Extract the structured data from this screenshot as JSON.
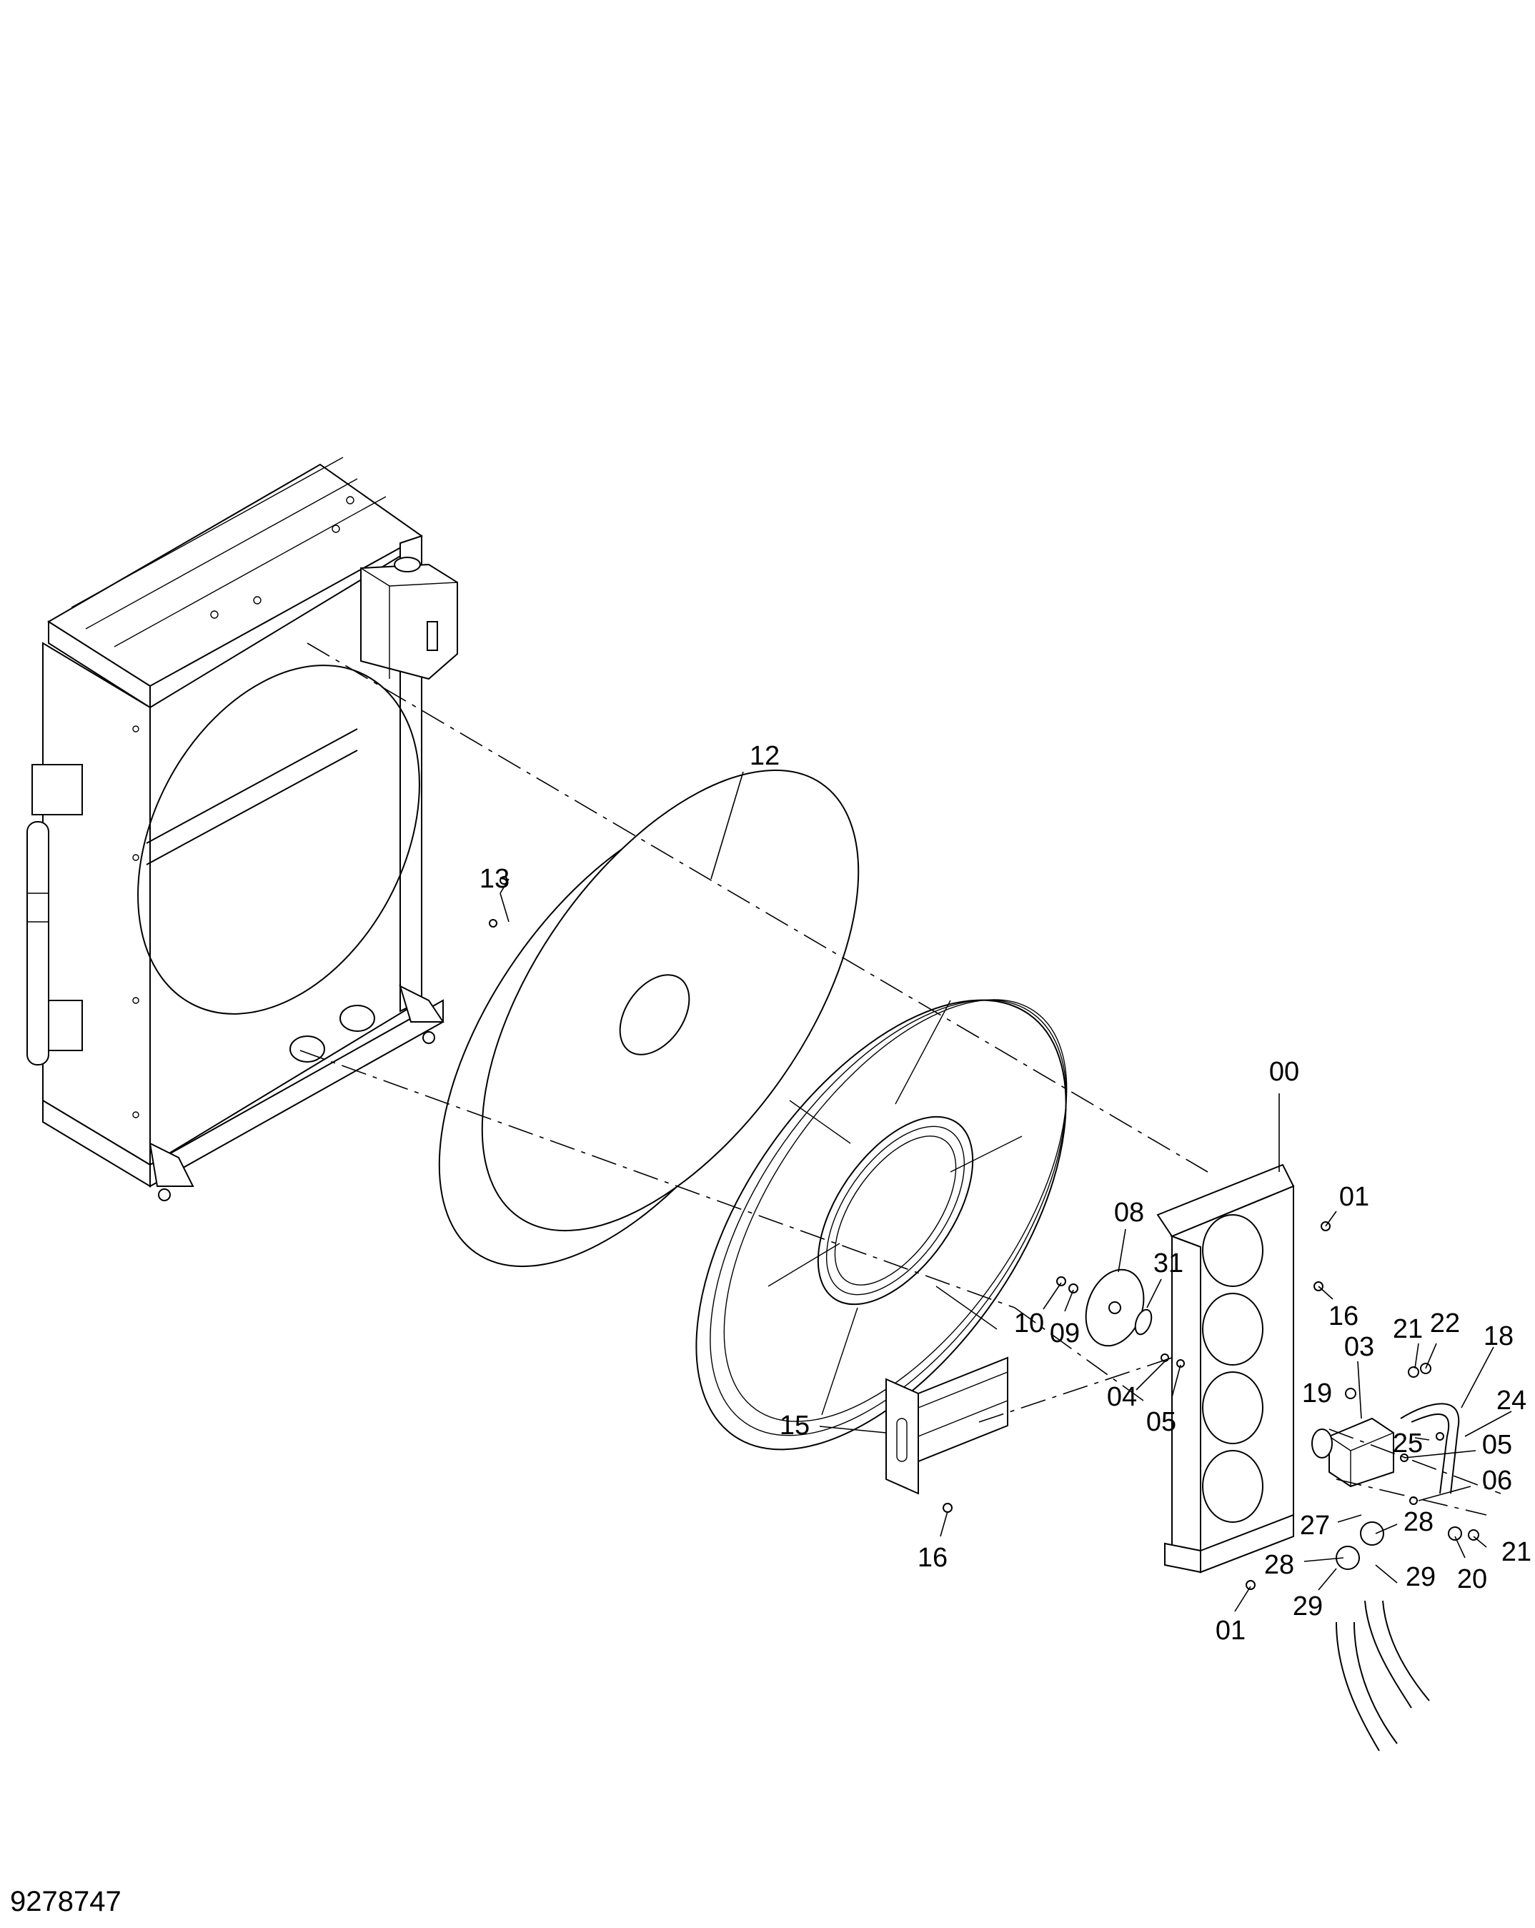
{
  "diagram_id": "9278747",
  "callouts": [
    {
      "id": "c-12",
      "text": "12"
    },
    {
      "id": "c-13",
      "text": "13"
    },
    {
      "id": "c-00",
      "text": "00"
    },
    {
      "id": "c-01a",
      "text": "01"
    },
    {
      "id": "c-08",
      "text": "08"
    },
    {
      "id": "c-31",
      "text": "31"
    },
    {
      "id": "c-10",
      "text": "10"
    },
    {
      "id": "c-09",
      "text": "09"
    },
    {
      "id": "c-16a",
      "text": "16"
    },
    {
      "id": "c-21a",
      "text": "21"
    },
    {
      "id": "c-22",
      "text": "22"
    },
    {
      "id": "c-18",
      "text": "18"
    },
    {
      "id": "c-03",
      "text": "03"
    },
    {
      "id": "c-04",
      "text": "04"
    },
    {
      "id": "c-05a",
      "text": "05"
    },
    {
      "id": "c-19",
      "text": "19"
    },
    {
      "id": "c-24",
      "text": "24"
    },
    {
      "id": "c-25",
      "text": "25"
    },
    {
      "id": "c-05b",
      "text": "05"
    },
    {
      "id": "c-06",
      "text": "06"
    },
    {
      "id": "c-15",
      "text": "15"
    },
    {
      "id": "c-27",
      "text": "27"
    },
    {
      "id": "c-28a",
      "text": "28"
    },
    {
      "id": "c-28b",
      "text": "28"
    },
    {
      "id": "c-29a",
      "text": "29"
    },
    {
      "id": "c-29b",
      "text": "29"
    },
    {
      "id": "c-20",
      "text": "20"
    },
    {
      "id": "c-21b",
      "text": "21"
    },
    {
      "id": "c-16b",
      "text": "16"
    },
    {
      "id": "c-01b",
      "text": "01"
    }
  ]
}
